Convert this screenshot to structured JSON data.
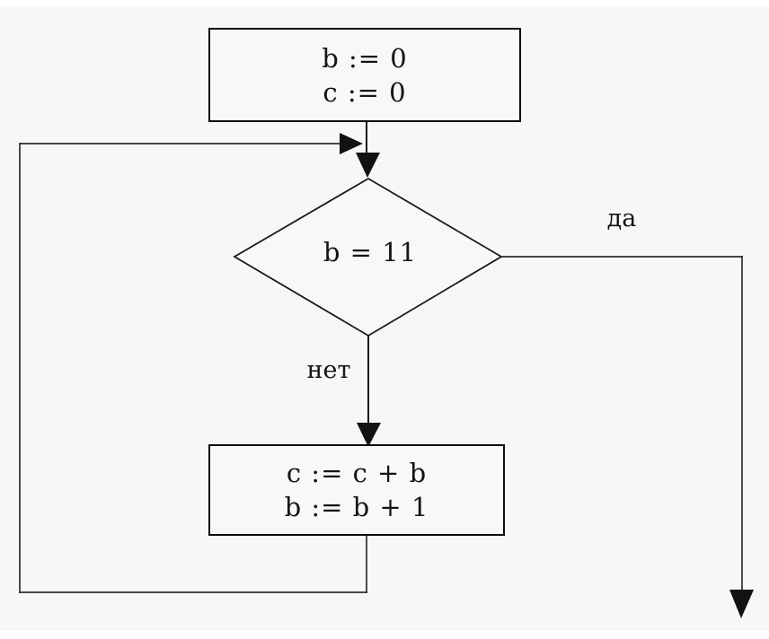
{
  "flowchart": {
    "background_color": "#f7f7f6",
    "line_color": "#1a1a1a",
    "init_block": {
      "line1": "b := 0",
      "line2": "c := 0"
    },
    "decision": {
      "condition": "b = 11"
    },
    "labels": {
      "yes": "да",
      "no": "нет"
    },
    "loop_block": {
      "line1": "c := c + b",
      "line2": "b := b + 1"
    }
  }
}
